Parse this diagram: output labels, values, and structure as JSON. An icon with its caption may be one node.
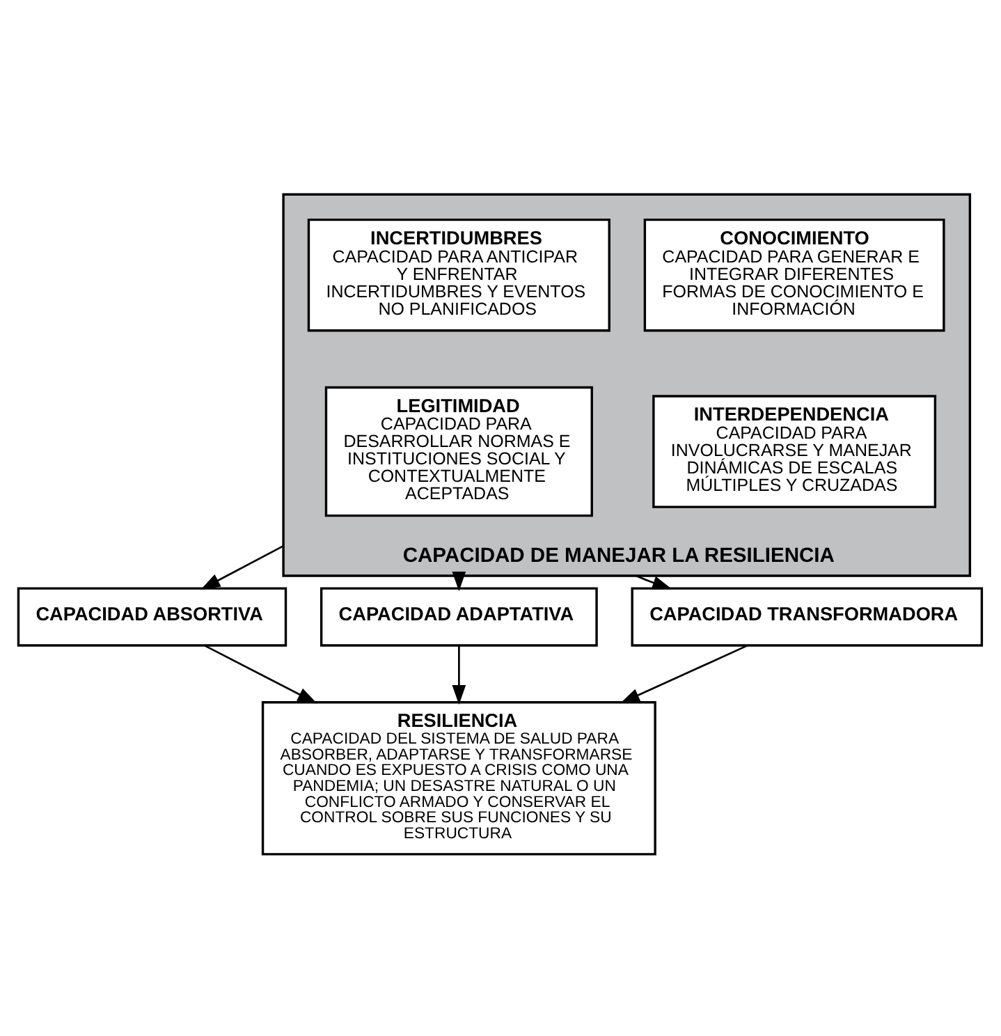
{
  "diagram": {
    "nodes": [
      {
        "text": [
          "CAPACIDAD DE MANEJAR LA RESILIENCIA"
        ]
      },
      {
        "text": [
          "CONOCIMIENTO",
          "CAPACIDAD PARA GENERAR E INTEGRAR DIFERENTES FORMAS DE CONOCIMIENTO E INFORMACIÓN"
        ],
        "in": 0
      },
      {
        "text": [
          "INCERTIDUMBRES",
          "CAPACIDAD PARA ANTICIPAR Y ENFRENTAR INCERTIDUMBRES Y EVENTOS NO PLANIFICADOS"
        ],
        "in": 0
      },
      {
        "text": [
          "INTERDEPENDENCIA",
          "CAPACIDAD PARA INVOLUCRARSE Y MANEJAR DINÁMICAS DE ESCALAS MÚLTIPLES Y CRUZADAS"
        ],
        "in": 0
      },
      {
        "text": [
          "LEGITIMIDAD",
          "CAPACIDAD PARA DESARROLLAR NORMAS E INSTITUCIONES SOCIAL Y CONTEXTUALMENTE ACEPTADAS"
        ],
        "in": 0
      },
      {
        "text": [
          "CAPACIDAD ABSORTIVA"
        ]
      },
      {
        "text": [
          "CAPACIDAD ADAPTATIVA"
        ]
      },
      {
        "text": [
          "CAPACIDAD TRANSFORMADORA"
        ]
      },
      {
        "text": [
          "RESILIENCIA",
          "CAPACIDAD DEL SISTEMA DE SALUD PARA ABSORBER, ADAPTARSE Y TRANSFORMARSE CUANDO ES EXPUESTO A CRISIS COMO UNA PANDEMIA; UN DESASTRE NATURAL O UN CONFLICTO ARMADO Y CONSERVAR EL CONTROL SOBRE SUS FUNCIONES Y SU ESTRUCTURA"
        ]
      }
    ],
    "edges": [
      {
        "from": 0,
        "to": 5,
        "arrow": "to"
      },
      {
        "from": 0,
        "to": 6,
        "arrow": "to"
      },
      {
        "from": 0,
        "to": 7,
        "arrow": "to"
      },
      {
        "from": 5,
        "to": 8,
        "arrow": "to"
      },
      {
        "from": 6,
        "to": 8,
        "arrow": "to"
      },
      {
        "from": 7,
        "to": 8,
        "arrow": "to"
      }
    ]
  }
}
